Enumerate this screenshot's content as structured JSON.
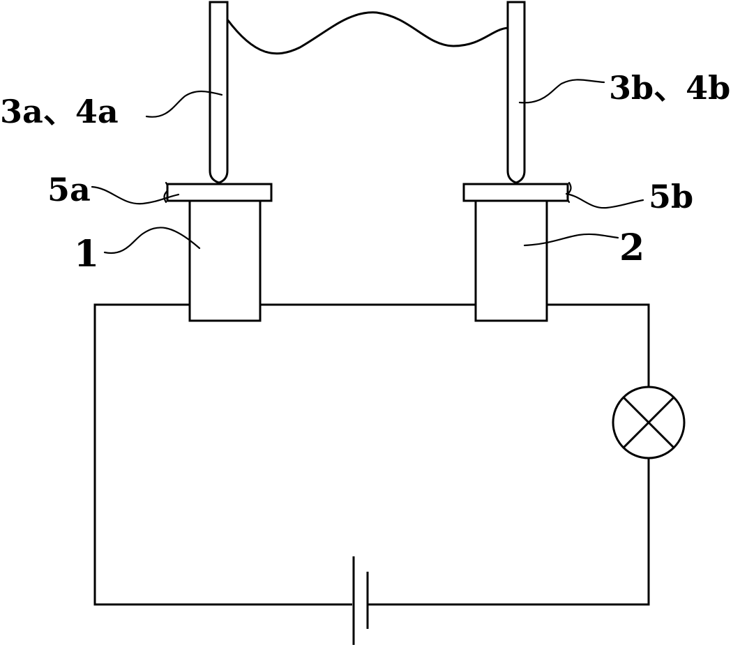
{
  "labels": {
    "probe_a": "3a、4a",
    "probe_b": "3b、4b",
    "pad_a": "5a",
    "pad_b": "5b",
    "block_1": "1",
    "block_2": "2"
  },
  "colors": {
    "line": "#000000",
    "background": "#ffffff"
  },
  "icons": {
    "lamp": "lamp-symbol",
    "battery": "battery-symbol"
  }
}
